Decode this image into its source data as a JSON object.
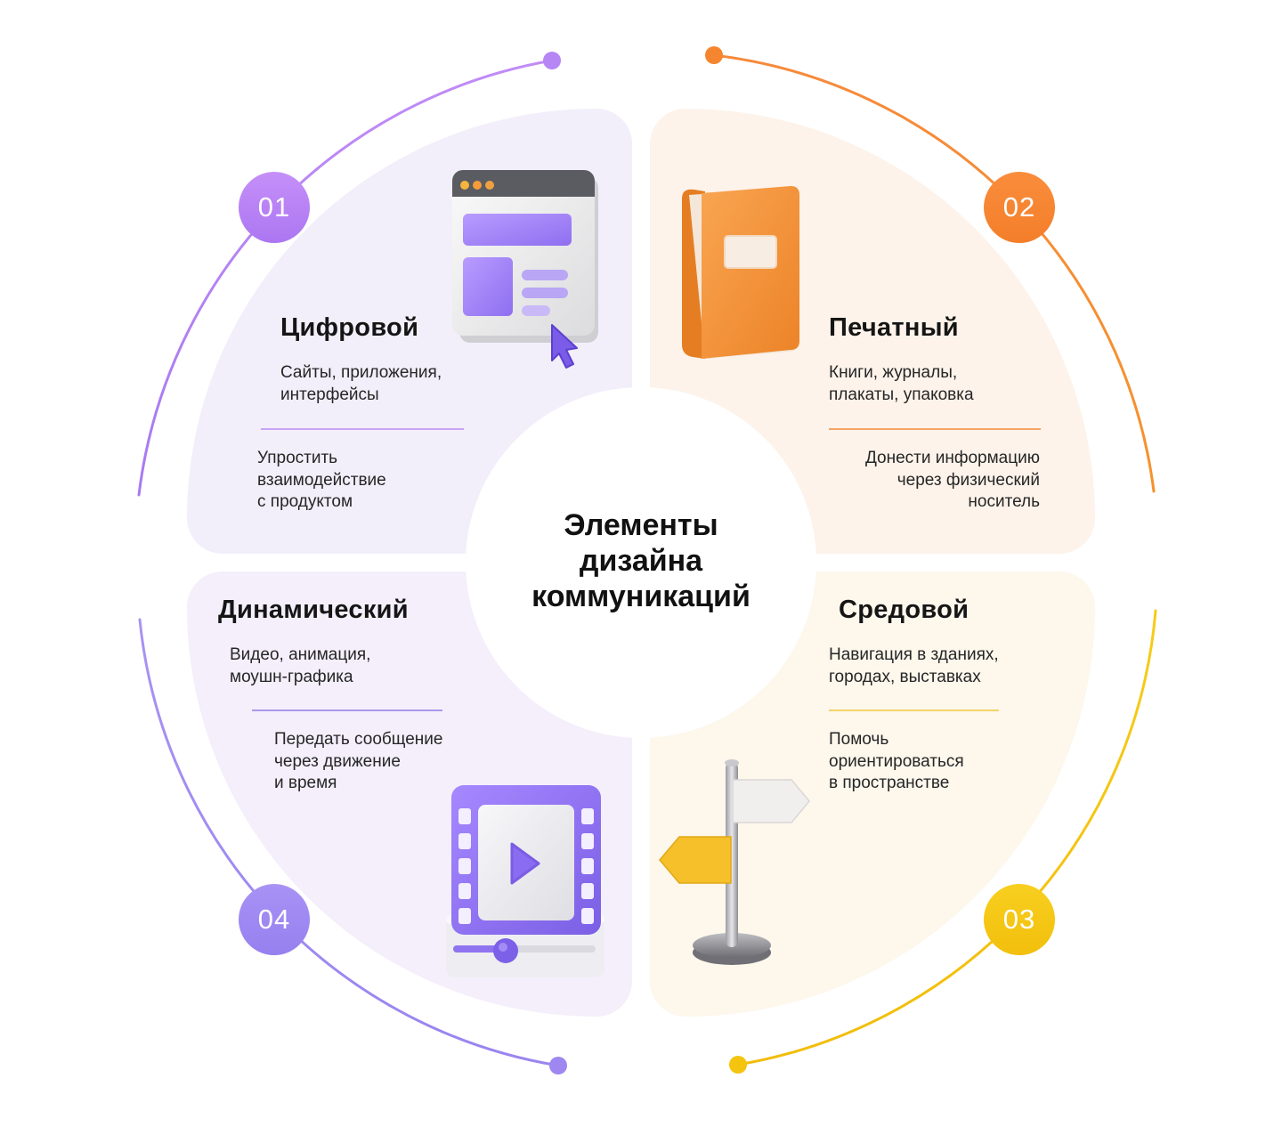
{
  "center": {
    "title_lines": [
      "Элементы",
      "дизайна",
      "коммуникаций"
    ]
  },
  "colors": {
    "digital": "#b27cf5",
    "print": "#f58a2f",
    "environment": "#f4c20d",
    "dynamic": "#9b86f2",
    "digital_bg": "#f2effa",
    "print_bg": "#fdf3ea",
    "environment_bg": "#fdf7ec",
    "dynamic_bg": "#f3eefa"
  },
  "quadrants": [
    {
      "id": "digital",
      "number": "01",
      "title": "Цифровой",
      "desc_lines": [
        "Сайты, приложения,",
        "интерфейсы"
      ],
      "goal_lines": [
        "Упростить",
        "взаимодействие",
        "с продуктом"
      ],
      "icon": "browser-window-icon"
    },
    {
      "id": "print",
      "number": "02",
      "title": "Печатный",
      "desc_lines": [
        "Книги, журналы,",
        "плакаты, упаковка"
      ],
      "goal_lines": [
        "Донести информацию",
        "через физический",
        "носитель"
      ],
      "icon": "book-icon"
    },
    {
      "id": "environment",
      "number": "03",
      "title": "Средовой",
      "desc_lines": [
        "Навигация в зданиях,",
        "городах, выставках"
      ],
      "goal_lines": [
        "Помочь",
        "ориентироваться",
        "в пространстве"
      ],
      "icon": "signpost-icon"
    },
    {
      "id": "dynamic",
      "number": "04",
      "title": "Динамический",
      "desc_lines": [
        "Видео, анимация,",
        "моушн-графика"
      ],
      "goal_lines": [
        "Передать сообщение",
        "через движение",
        "и время"
      ],
      "icon": "video-player-icon"
    }
  ]
}
